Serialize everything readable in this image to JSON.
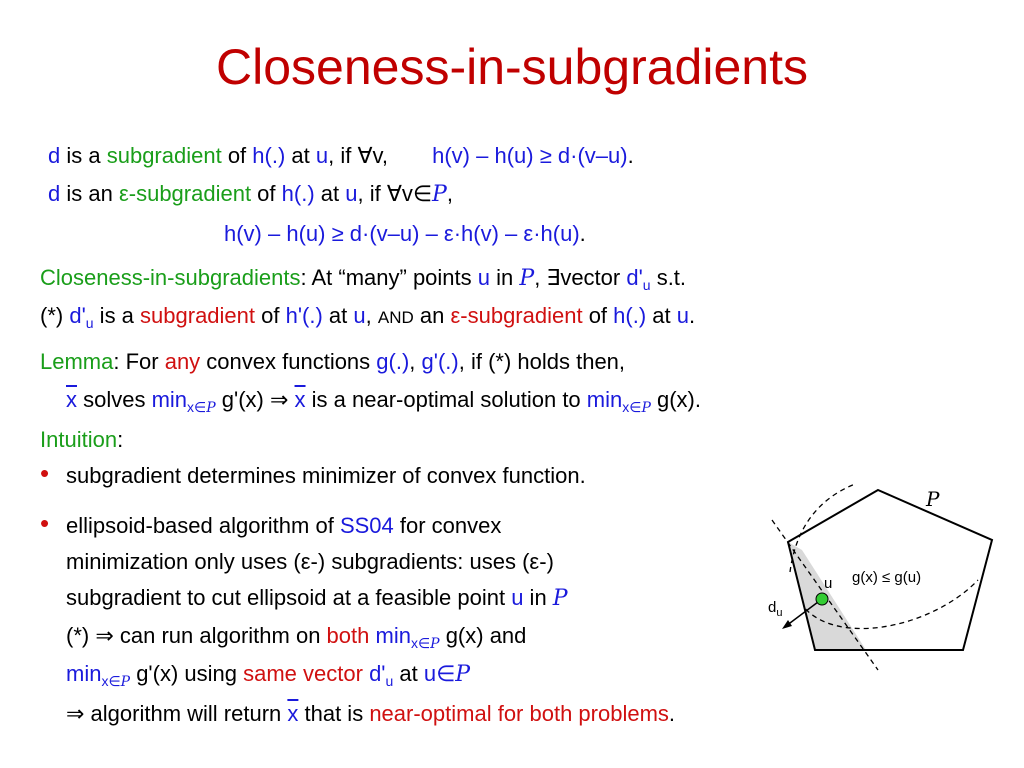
{
  "title": "Closeness-in-subgradients",
  "def1": {
    "d": "d",
    "is_a": " is a ",
    "subgradient": "subgradient",
    "of": " of ",
    "h": "h(.)",
    "at": " at ",
    "u": "u",
    "if": ", if ",
    "forall_v": "∀v,",
    "ineq": "h(v) – h(u) ≥ d·(v–u)",
    "end": "."
  },
  "def2": {
    "d": "d",
    "is_an": " is an ",
    "eps_sub": "ε-subgradient",
    "of": " of ",
    "h": "h(.)",
    "at": " at ",
    "u": "u",
    "if": ", if ",
    "forall_v": "∀v∈",
    "P": "P",
    "comma": ",",
    "ineq": "h(v) – h(u) ≥ d·(v–u) – ε·h(v) – ε·h(u)",
    "end": "."
  },
  "closeness": {
    "label": "Closeness-in-subgradients",
    "text1": ": At “many” points ",
    "u": "u",
    "in": " in ",
    "P": "P",
    "exists": ", ∃vector ",
    "du": "d'",
    "du_sub": "u",
    "st": " s.t."
  },
  "star": {
    "prefix": "(*) ",
    "du": "d'",
    "du_sub": "u",
    "is_a": " is a ",
    "subgradient": "subgradient",
    "of": " of ",
    "hprime": "h'(.)",
    "at": " at ",
    "u": "u",
    "comma": ", ",
    "and": "AND",
    "an": " an ",
    "eps_sub": "ε-subgradient",
    "of2": " of ",
    "h": "h(.)",
    "at2": " at ",
    "u2": "u",
    "end": "."
  },
  "lemma": {
    "label": "Lemma",
    "text1": ": For ",
    "any": "any",
    "text2": " convex functions ",
    "g": "g(.)",
    "comma": ", ",
    "gprime": "g'(.)",
    "text3": ", if (*) holds then,"
  },
  "lemma2": {
    "xbar": "x",
    "solves": " solves ",
    "min": "min",
    "min_sub": "x∈",
    "P": "P",
    "gprime_x": " g'(x) ",
    "implies": "⇒ ",
    "xbar2": "x",
    "text": " is a near-optimal solution to ",
    "min2": "min",
    "min_sub2": "x∈",
    "P2": "P",
    "gx": " g(x)",
    "end": "."
  },
  "intuition": {
    "label": "Intuition",
    "colon": ":"
  },
  "bullet1": "subgradient determines minimizer of convex function.",
  "bullet2": {
    "line1a": "ellipsoid-based algorithm of ",
    "ss04": "SS04",
    "line1b": " for convex",
    "line2": "minimization only uses (ε-) subgradients: uses (ε-)",
    "line3a": "subgradient to cut ellipsoid at a feasible point ",
    "u": "u",
    "in": " in ",
    "P": "P",
    "line4a": "(*) ⇒ can run algorithm on ",
    "both": "both",
    "sp": " ",
    "min": "min",
    "min_sub": "x∈",
    "Pm": "P",
    "gx": " g(x)",
    "and": " and",
    "line5_min": "min",
    "line5_sub": "x∈",
    "line5_P": "P",
    "gprime_x": " g'(x)",
    "using": " using ",
    "same_vector": "same vector",
    "sp2": " ",
    "du": "d'",
    "du_sub": "u",
    "at": " at ",
    "u_in": "u∈",
    "P5": "P",
    "line6a": "⇒ algorithm will return ",
    "xbar": "x",
    "line6b": " that is ",
    "near_opt": "near-optimal for both problems",
    "end": "."
  },
  "diagram": {
    "P": "P",
    "u": "u",
    "level_set": "g(x) ≤ g(u)",
    "du": "d",
    "du_sub": "u"
  },
  "colors": {
    "title": "#c00000",
    "blue": "#1a1adc",
    "green": "#1a9e1a",
    "red": "#d01010"
  }
}
